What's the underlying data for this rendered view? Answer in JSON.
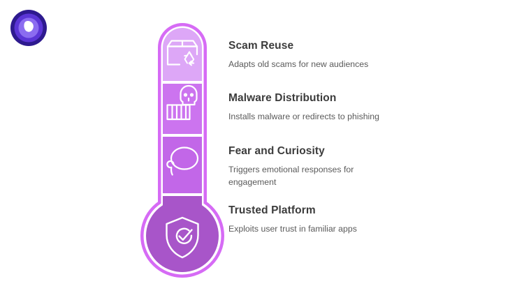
{
  "brand": {
    "logo_icon": "play-shield-logo-icon",
    "colors": {
      "logo_outer": "#2e1a8f",
      "logo_mid": "#5b35d6",
      "logo_inner": "#8b6cf0",
      "logo_glyph": "#ffffff"
    }
  },
  "graphic": {
    "type": "thermometer-infographic",
    "name": "scam-tactics-thermometer",
    "colors": {
      "outline": "#d66bf5",
      "segment_1": "#dda7f7",
      "segment_2": "#cc74ef",
      "segment_3": "#c267e8",
      "segment_4": "#b05dd2",
      "bulb_fill": "#a855c9",
      "icon_stroke": "#ffffff"
    },
    "segments": [
      {
        "index": 1,
        "icon": "package-recycle-icon",
        "fill": "#dda7f7"
      },
      {
        "index": 2,
        "icon": "skull-ribcage-icon",
        "fill": "#cc74ef"
      },
      {
        "index": 3,
        "icon": "speech-bubble-icon",
        "fill": "#c267e8"
      },
      {
        "index": 4,
        "icon": "shield-check-icon",
        "fill": "#a855c9"
      }
    ]
  },
  "items": [
    {
      "title": "Scam Reuse",
      "description": "Adapts old scams for new audiences"
    },
    {
      "title": "Malware Distribution",
      "description": "Installs malware or redirects to phishing"
    },
    {
      "title": "Fear and Curiosity",
      "description": "Triggers emotional responses for engagement"
    },
    {
      "title": "Trusted Platform",
      "description": "Exploits user trust in familiar apps"
    }
  ]
}
